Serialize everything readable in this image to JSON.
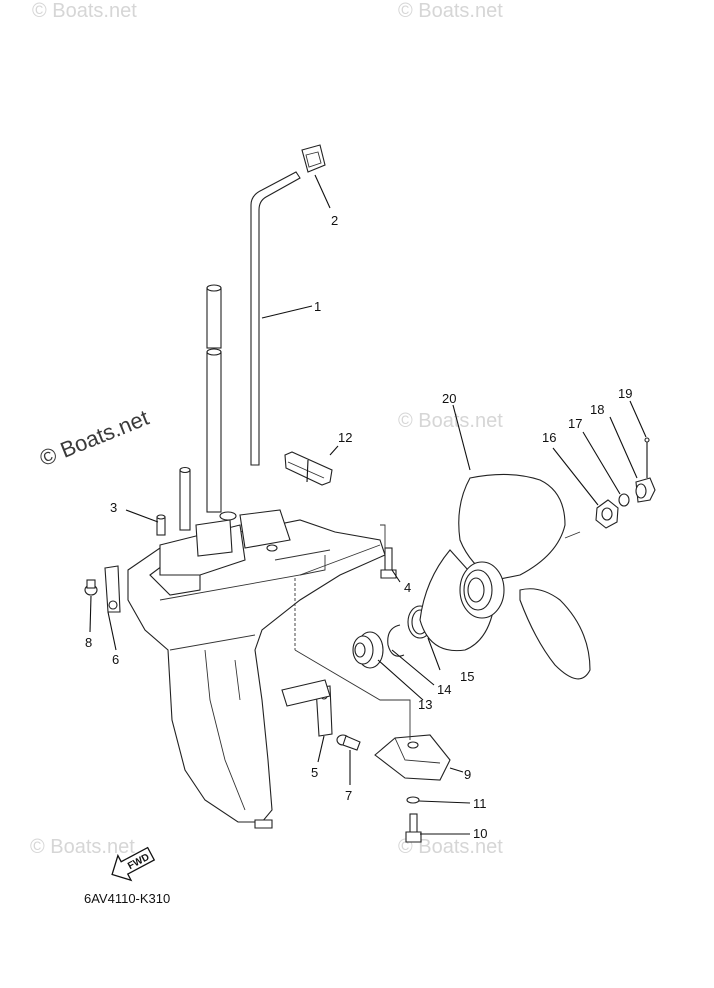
{
  "watermarks": {
    "small": "© Boats.net",
    "large": "© Boats.net"
  },
  "diagram_code": "6AV4110-K310",
  "fwd_label": "FWD",
  "callouts": {
    "c1": "1",
    "c2": "2",
    "c3": "3",
    "c4": "4",
    "c5": "5",
    "c6": "6",
    "c7": "7",
    "c8": "8",
    "c9": "9",
    "c10": "10",
    "c11": "11",
    "c12": "12",
    "c13": "13",
    "c14": "14",
    "c15": "15",
    "c16": "16",
    "c17": "17",
    "c18": "18",
    "c19": "19",
    "c20": "20"
  }
}
